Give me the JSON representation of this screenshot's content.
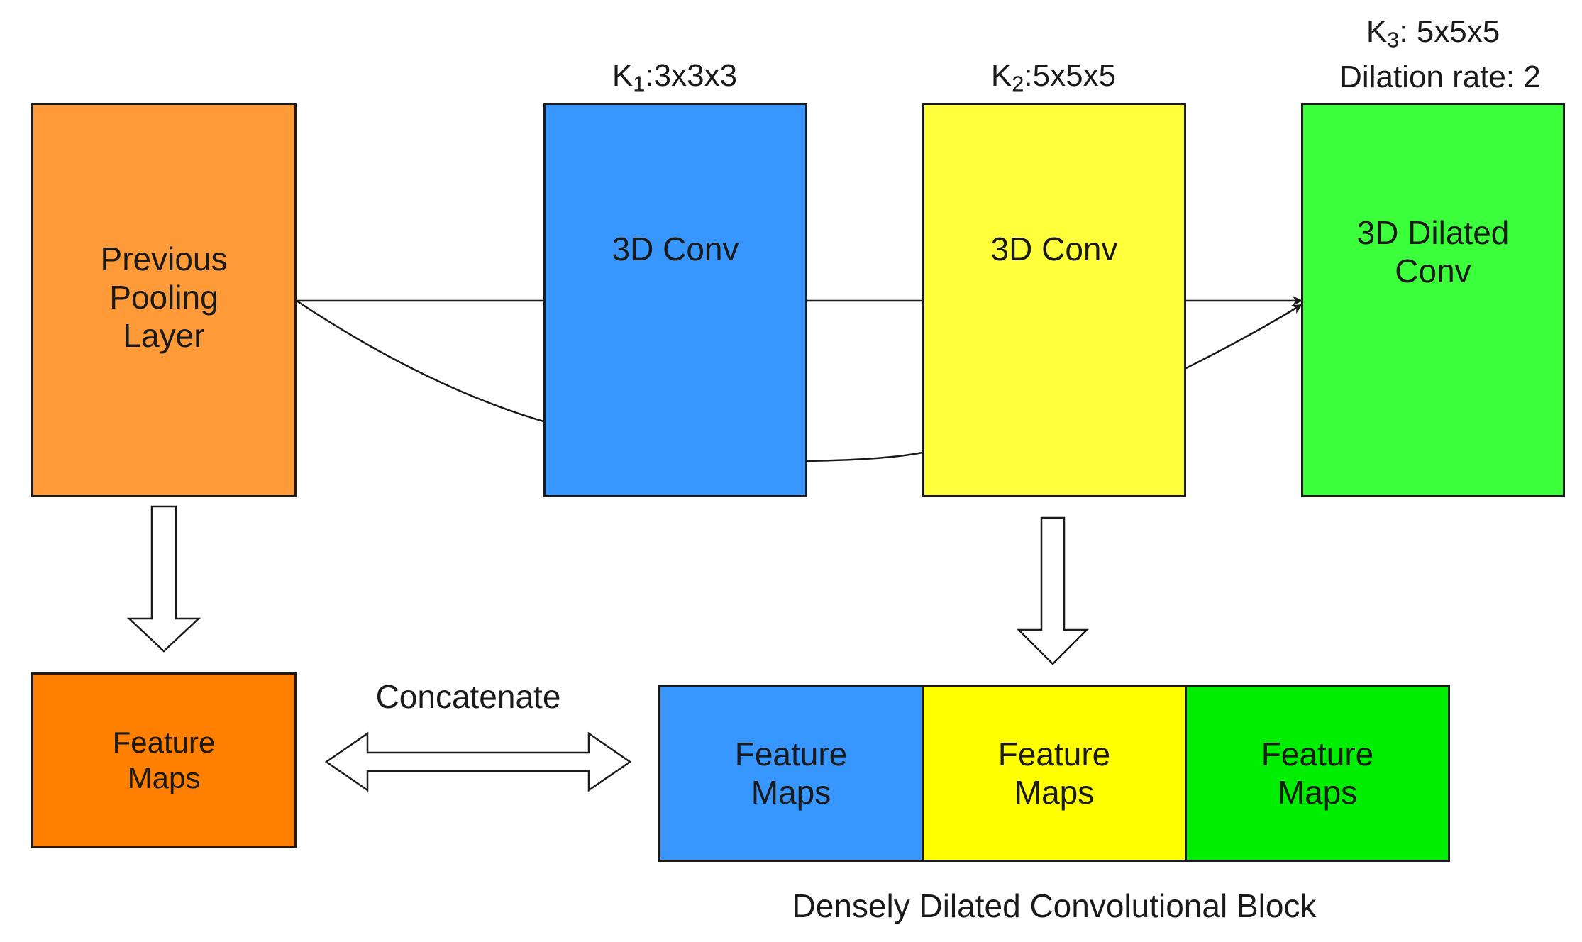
{
  "colors": {
    "previous_layer": "#FF9A38",
    "conv1": "#3797FF",
    "conv2": "#FFFF3C",
    "dilated_conv": "#3CFF3C",
    "feature_maps_orange": "#FF8000",
    "feature_maps_blue": "#3797FF",
    "feature_maps_yellow": "#FFFF00",
    "feature_maps_green": "#00EE00",
    "stroke": "#1a1a1a"
  },
  "blocks": {
    "previous_layer": "Previous\nPooling\nLayer",
    "conv1": "3D Conv",
    "conv2": "3D Conv",
    "dilated_conv": "3D Dilated\nConv"
  },
  "kernels": {
    "k1": {
      "symbol": "K",
      "sub": "1",
      "text": ":3x3x3"
    },
    "k2": {
      "symbol": "K",
      "sub": "2",
      "text": ":5x5x5"
    },
    "k3": {
      "symbol": "K",
      "sub": "3",
      "text": ": 5x5x5"
    },
    "k3_dilation": "Dilation rate: 2"
  },
  "feature_maps": {
    "left": "Feature\nMaps",
    "blue": "Feature\nMaps",
    "yellow": "Feature\nMaps",
    "green": "Feature\nMaps"
  },
  "concatenate_label": "Concatenate",
  "block_caption": "Densely Dilated Convolutional Block",
  "icons": {
    "down_arrow": "hollow-down-arrow",
    "double_arrow": "hollow-double-arrow",
    "arrowhead": "filled-arrowhead"
  }
}
